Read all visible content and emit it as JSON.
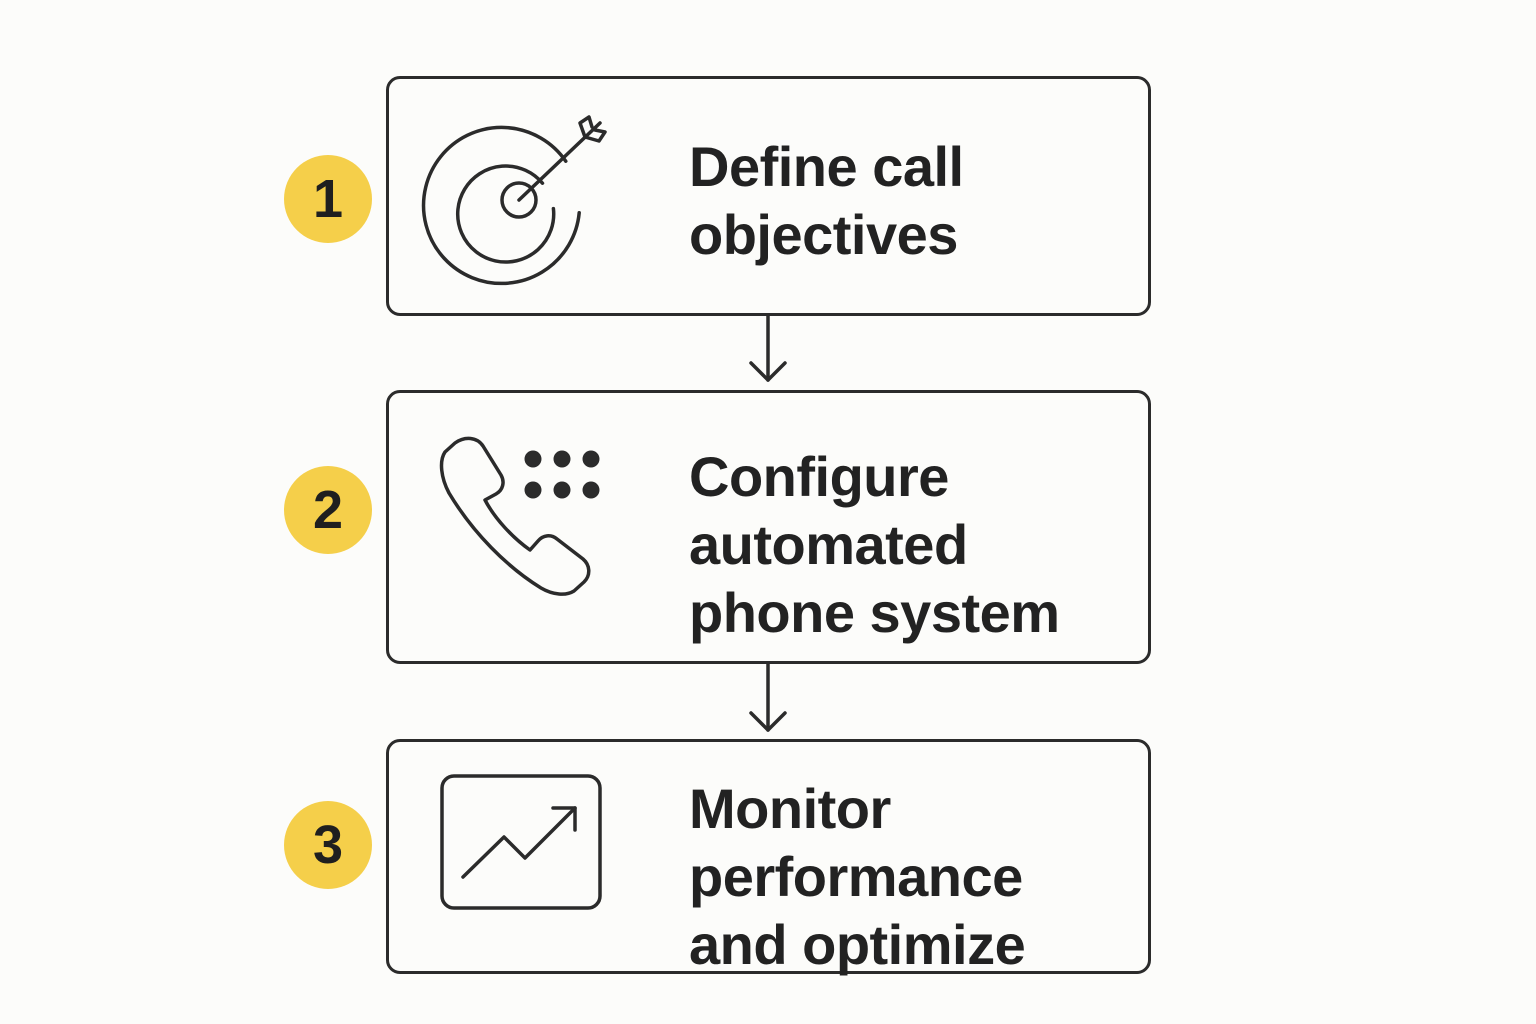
{
  "colors": {
    "background": "#fcfcfa",
    "stroke": "#2b2b2b",
    "badge_fill": "#f5cf4a",
    "text": "#222222"
  },
  "steps": [
    {
      "number": "1",
      "icon": "target-arrow-icon",
      "text": "Define call\nobjectives"
    },
    {
      "number": "2",
      "icon": "phone-keypad-icon",
      "text": "Configure\nautomated\nphone system"
    },
    {
      "number": "3",
      "icon": "trending-chart-icon",
      "text": "Monitor\nperformance\nand optimize"
    }
  ]
}
